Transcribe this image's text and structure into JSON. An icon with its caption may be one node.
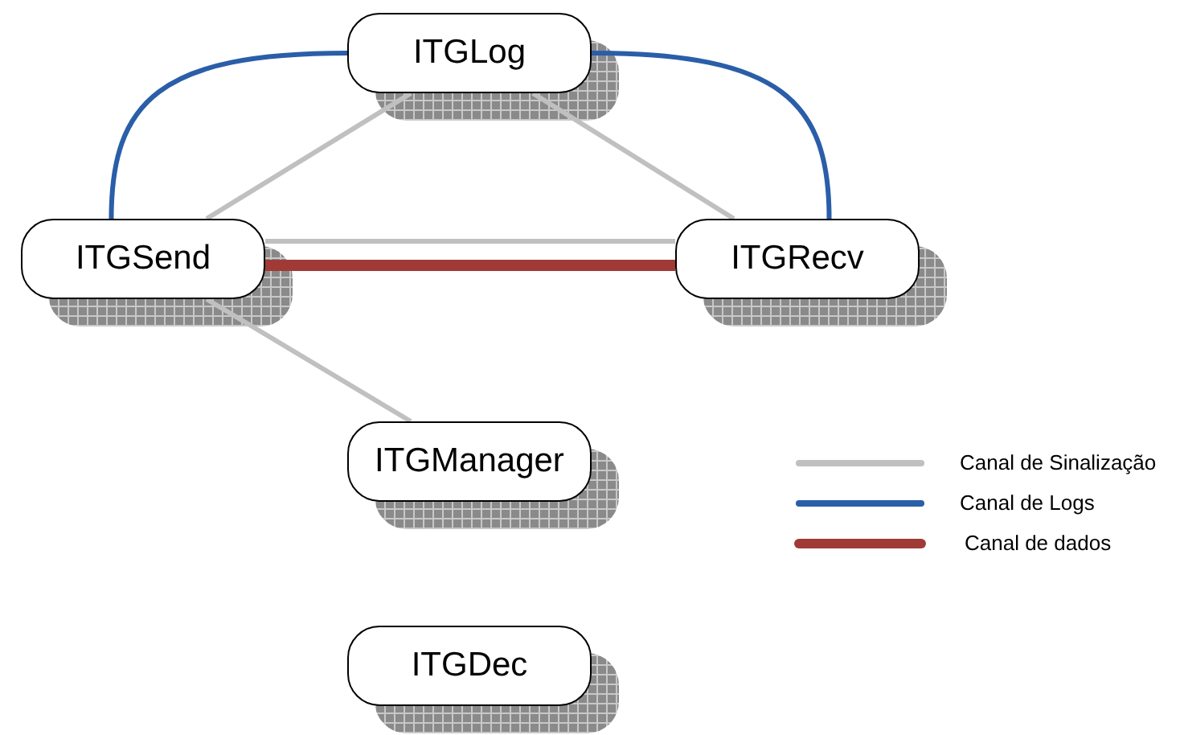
{
  "diagram": {
    "nodes": [
      {
        "text": [
          "ITGLog"
        ]
      },
      {
        "text": [
          "ITGSend"
        ]
      },
      {
        "text": [
          "ITGRecv"
        ]
      },
      {
        "text": [
          "ITGManager"
        ]
      },
      {
        "text": [
          "ITGDec"
        ]
      }
    ],
    "edges": [
      {
        "from": 1,
        "to": 0,
        "arrow": "none"
      },
      {
        "from": 0,
        "to": 2,
        "arrow": "none"
      },
      {
        "from": 1,
        "to": 2,
        "arrow": "none"
      },
      {
        "from": 1,
        "to": 2,
        "arrow": "none",
        "style": "thick",
        "color": "#a03a36"
      },
      {
        "from": 1,
        "to": 0,
        "arrow": "none",
        "color": "#2a5ea8"
      },
      {
        "from": 0,
        "to": 2,
        "arrow": "none",
        "color": "#2a5ea8"
      },
      {
        "from": 1,
        "to": 3,
        "arrow": "none"
      }
    ],
    "legend": [
      {
        "text": "Canal de Sinalização"
      },
      {
        "text": "Canal de Logs"
      },
      {
        "text": "Canal de dados"
      }
    ]
  }
}
